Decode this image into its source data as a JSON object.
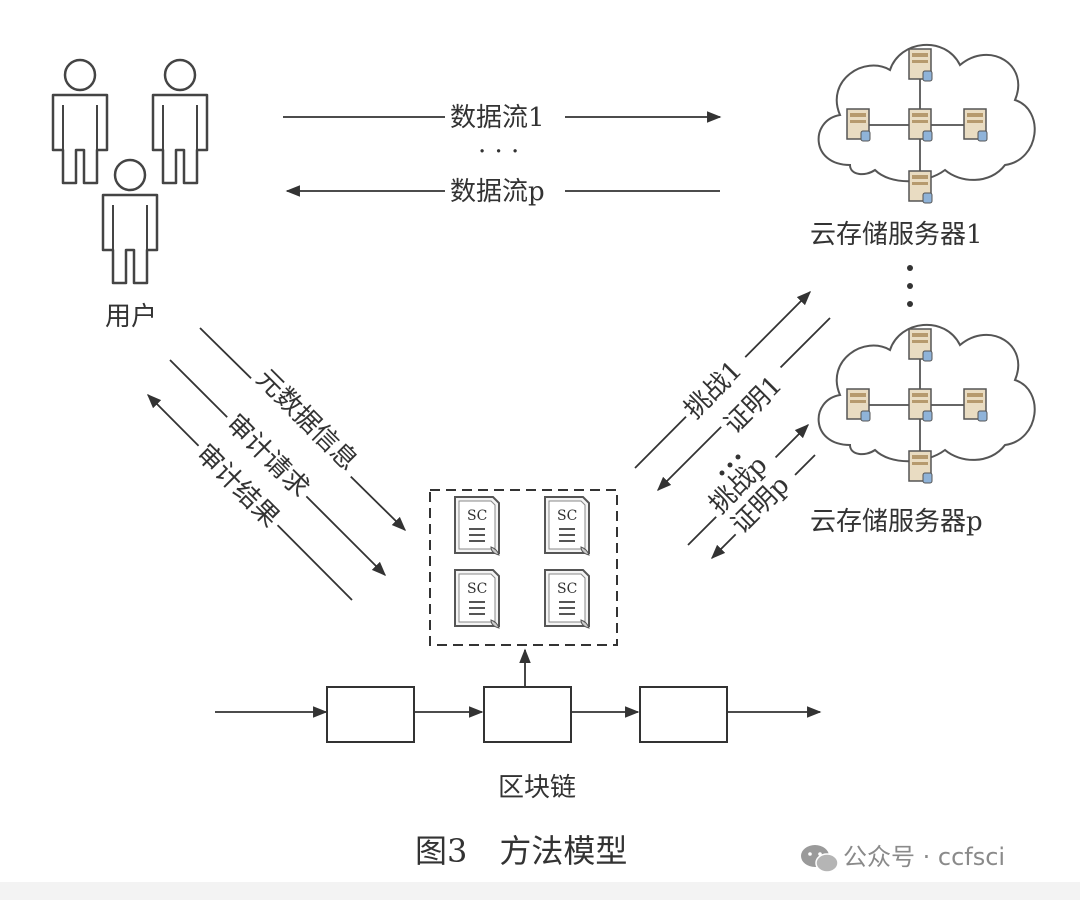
{
  "labels": {
    "data_flow_1": "数据流1",
    "ellipsis_dots": "· · ·",
    "data_flow_p": "数据流p",
    "users": "用户",
    "cloud_server_1": "云存储服务器1",
    "cloud_server_p": "云存储服务器p",
    "metadata_info": "元数据信息",
    "audit_request": "审计请求",
    "audit_result": "审计结果",
    "challenge_1": "挑战1",
    "proof_1": "证明1",
    "challenge_p": "挑战p",
    "proof_p": "证明p",
    "blockchain": "区块链",
    "sc": "SC"
  },
  "caption": "图3　方法模型",
  "watermark": "公众号 · ccfsci"
}
